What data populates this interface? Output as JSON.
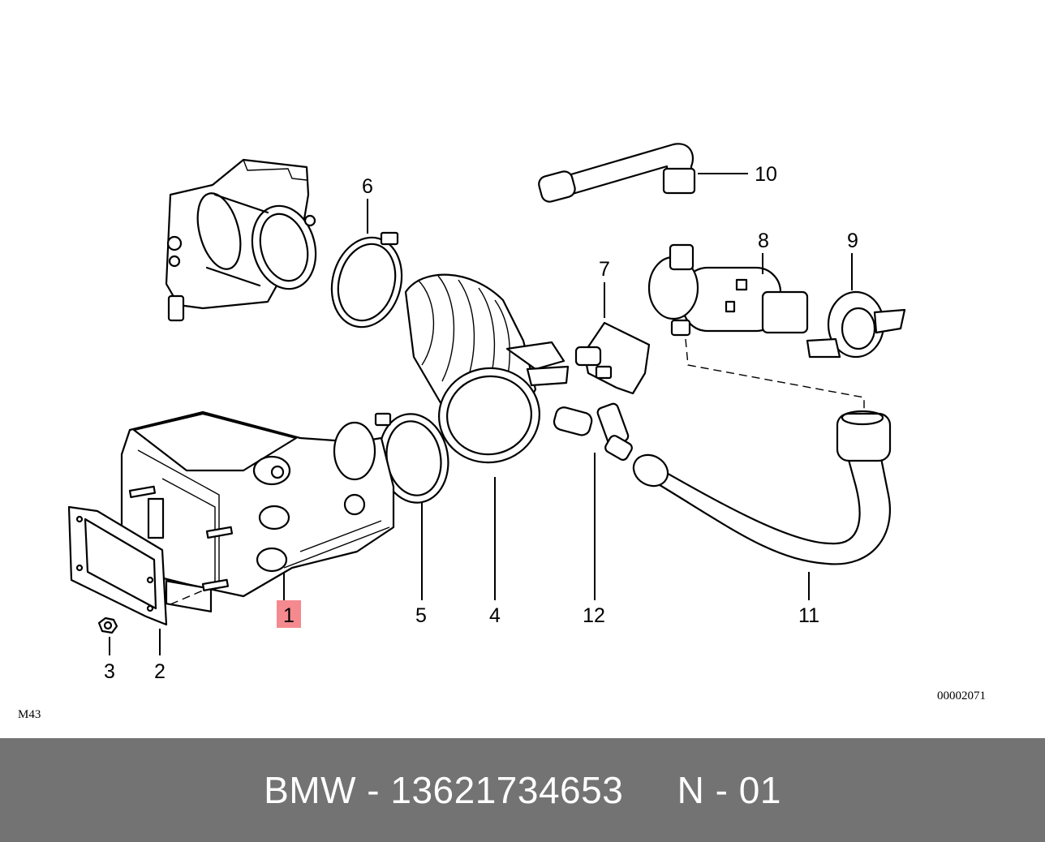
{
  "diagram": {
    "callouts": {
      "c1": "1",
      "c2": "2",
      "c3": "3",
      "c4": "4",
      "c5": "5",
      "c6": "6",
      "c7": "7",
      "c8": "8",
      "c9": "9",
      "c10": "10",
      "c11": "11",
      "c12": "12"
    },
    "highlighted_part": "1",
    "group_code": "M43",
    "drawing_number": "00002071"
  },
  "footer": {
    "text": "BMW - 13621734653     N - 01"
  }
}
